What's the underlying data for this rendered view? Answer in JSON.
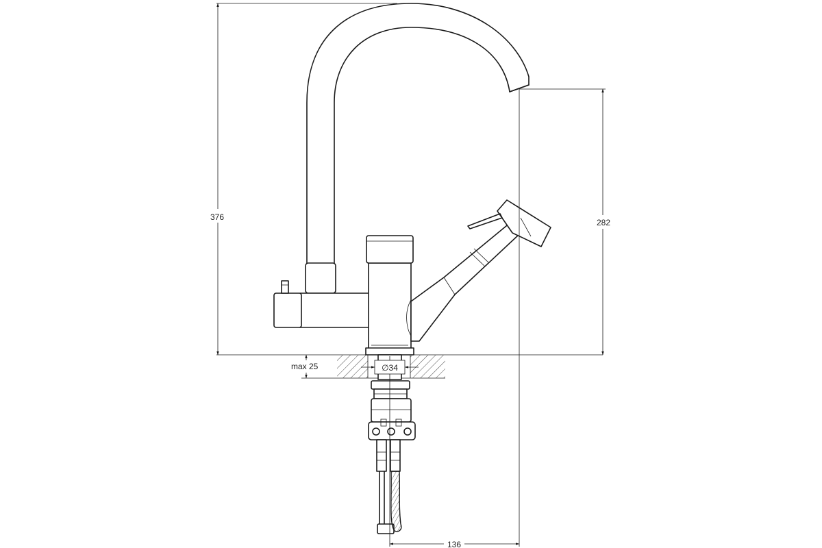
{
  "dimensions": {
    "overall_height": "376",
    "spout_height": "282",
    "spout_reach": "136",
    "max_thickness": "max 25",
    "hole_diameter": "∅34"
  },
  "colors": {
    "line": "#1a1a1a",
    "background": "#ffffff"
  }
}
